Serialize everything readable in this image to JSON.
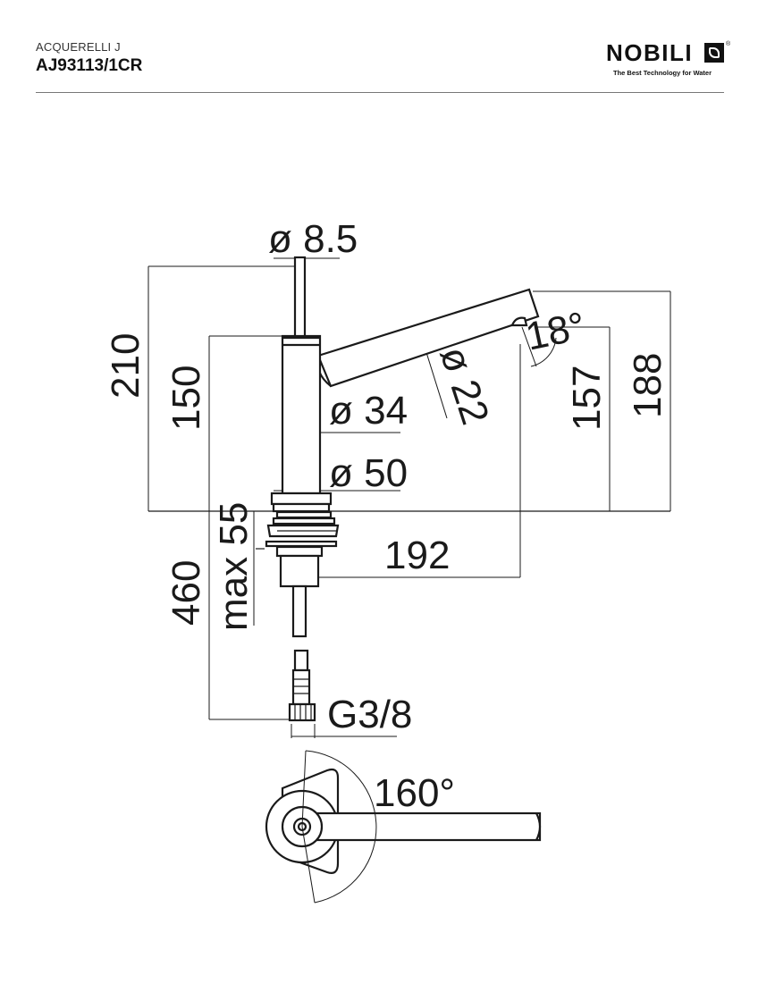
{
  "header": {
    "series": "ACQUERELLI J",
    "code": "AJ93113/1CR"
  },
  "logo": {
    "wordmark": "NOBILI",
    "registered": "®",
    "tagline": "The Best Technology for Water"
  },
  "dimensions": {
    "lever_diameter": "ø 8.5",
    "total_height": "210",
    "body_height": "150",
    "body_diameter": "ø 34",
    "base_diameter": "ø 50",
    "spout_diameter": "ø 22",
    "spout_angle": "18°",
    "outlet_height": "157",
    "spout_top_height": "188",
    "spout_reach": "192",
    "max_deck": "max 55",
    "hose_length": "460",
    "connection": "G3/8",
    "rotation": "160°"
  }
}
